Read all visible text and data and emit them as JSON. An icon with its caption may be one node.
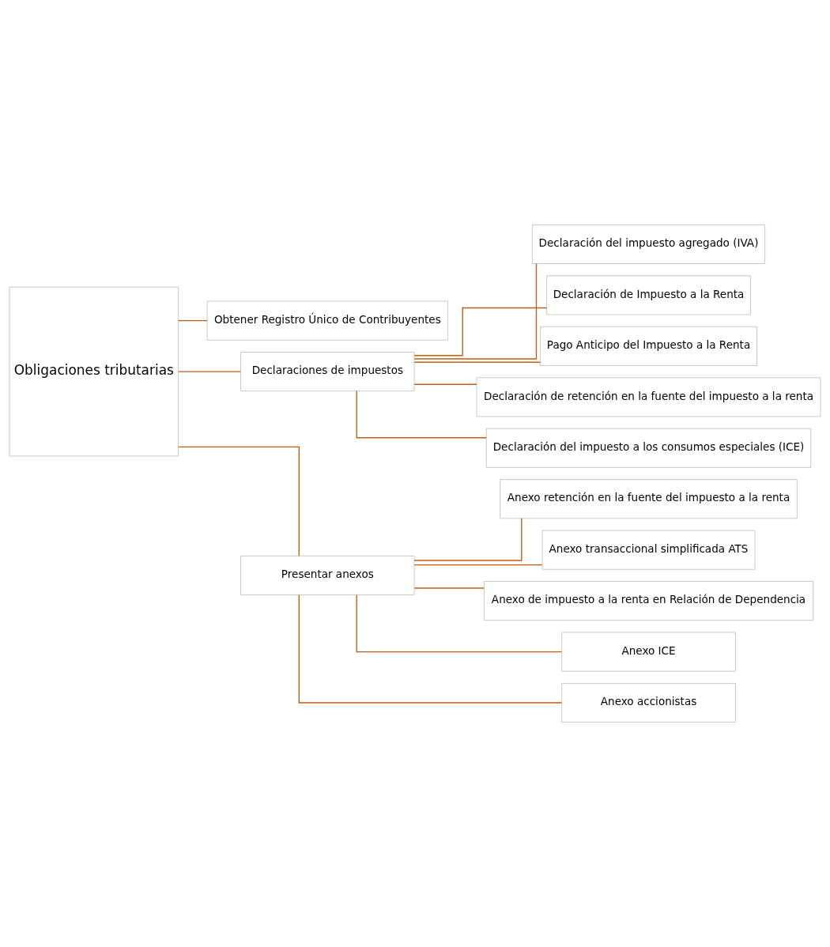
{
  "diagram": {
    "nodes": [
      {
        "text": [
          "Obligaciones tributarias"
        ]
      },
      {
        "text": [
          "Obtener Registro Único de Contribuyentes"
        ]
      },
      {
        "text": [
          "Declaraciones de impuestos"
        ]
      },
      {
        "text": [
          "Presentar anexos"
        ]
      },
      {
        "text": [
          "Declaración del impuesto agregado (IVA)"
        ]
      },
      {
        "text": [
          "Declaración de Impuesto a la Renta"
        ]
      },
      {
        "text": [
          "Pago Anticipo del Impuesto a la Renta"
        ]
      },
      {
        "text": [
          "Declaración de retención en la fuente del impuesto a la renta"
        ]
      },
      {
        "text": [
          "Declaración del impuesto a los consumos especiales (ICE)"
        ]
      },
      {
        "text": [
          "Anexo retención en la fuente del impuesto a la renta"
        ]
      },
      {
        "text": [
          "Anexo transaccional simplificada ATS"
        ]
      },
      {
        "text": [
          "Anexo de impuesto a la renta en Relación de Dependencia"
        ]
      },
      {
        "text": [
          "Anexo ICE"
        ]
      },
      {
        "text": [
          "Anexo accionistas"
        ]
      }
    ],
    "edges": [
      {
        "from": 0,
        "to": 1,
        "arrow": "none"
      },
      {
        "from": 0,
        "to": 2,
        "arrow": "none"
      },
      {
        "from": 0,
        "to": 3,
        "arrow": "none"
      },
      {
        "from": 2,
        "to": 4,
        "arrow": "none"
      },
      {
        "from": 2,
        "to": 5,
        "arrow": "none"
      },
      {
        "from": 2,
        "to": 6,
        "arrow": "none"
      },
      {
        "from": 2,
        "to": 7,
        "arrow": "none"
      },
      {
        "from": 2,
        "to": 8,
        "arrow": "none"
      },
      {
        "from": 3,
        "to": 9,
        "arrow": "none"
      },
      {
        "from": 3,
        "to": 10,
        "arrow": "none"
      },
      {
        "from": 3,
        "to": 11,
        "arrow": "none"
      },
      {
        "from": 3,
        "to": 12,
        "arrow": "none"
      },
      {
        "from": 3,
        "to": 13,
        "arrow": "none"
      }
    ]
  }
}
